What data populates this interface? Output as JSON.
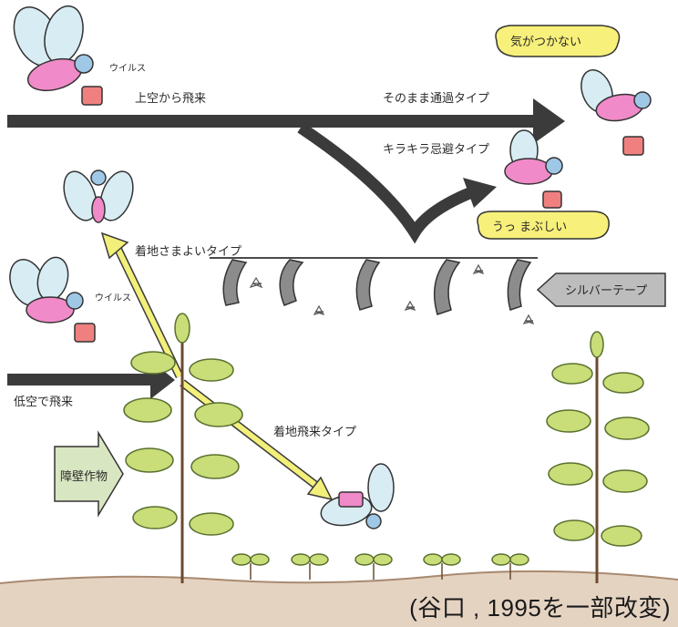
{
  "labels": {
    "virus_top": "ウイルス",
    "descend_from_sky": "上空から飛来",
    "pass_through_type": "そのまま通過タイプ",
    "not_noticing": "気がつかない",
    "flicker_avoid_type": "キラキラ忌避タイプ",
    "dazzling": "うっ まぶしい",
    "landing_wander_type": "着地さまよいタイプ",
    "virus_mid": "ウイルス",
    "silver_tape": "シルバーテープ",
    "low_altitude": "低空で飛来",
    "landing_type": "着地飛来タイプ",
    "barrier_crop": "障壁作物"
  },
  "caption": "(谷口 , 1995を一部改変)",
  "colors": {
    "arrow_dark": "#3b3b3b",
    "arrow_yellow": "#f2f07a",
    "leaf": "#c9dd78",
    "soil": "#c9a98a",
    "label_bubble": "#f7f07a",
    "tape": "#8c8c8c"
  }
}
